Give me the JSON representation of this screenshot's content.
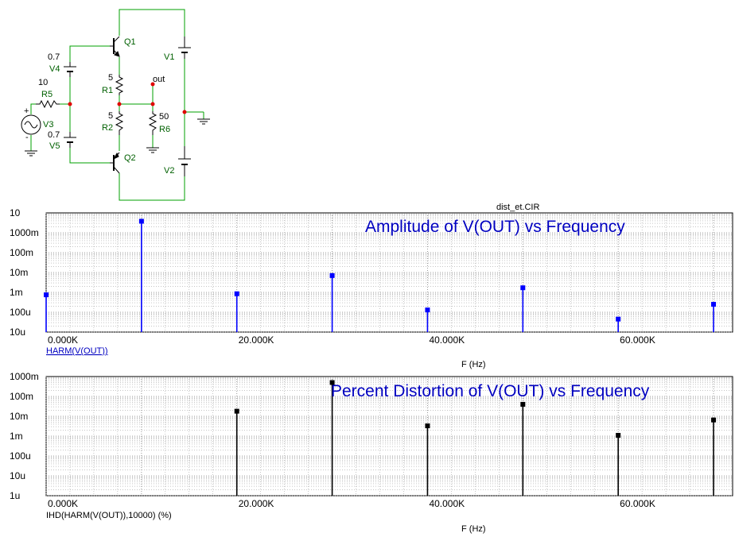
{
  "schematic": {
    "labels": {
      "q1": "Q1",
      "q2": "Q2",
      "v1": "V1",
      "v2": "V2",
      "v3": "V3",
      "v4": "V4",
      "v5": "V5",
      "v4_value": "0.7",
      "v5_value": "0.7",
      "r1": "R1",
      "r1_value": "5",
      "r2": "R2",
      "r2_value": "5",
      "r5": "R5",
      "r5_value": "10",
      "r6": "R6",
      "r6_value": "50",
      "out": "out",
      "v3_plus": "+",
      "v3_minus": "-"
    },
    "colors": {
      "wire": "#00a000",
      "component": "#000000",
      "label": "#006000",
      "node": "#e00000",
      "value": "#000000"
    }
  },
  "plots": {
    "file_title": "dist_et.CIR",
    "grid_color": "#8c8c8c",
    "axis_label_color": "#0000c0"
  },
  "chart_data": [
    {
      "type": "bar",
      "title": "Amplitude of V(OUT) vs Frequency",
      "xlabel": "F (Hz)",
      "trace_name": "HARM(V(OUT))",
      "y_scale": "log",
      "ylim": [
        1e-05,
        10
      ],
      "xlim": [
        0,
        72000
      ],
      "y_ticks": [
        "10",
        "1000m",
        "100m",
        "10m",
        "1m",
        "100u",
        "10u"
      ],
      "y_tick_values": [
        10,
        1,
        0.1,
        0.01,
        0.001,
        0.0001,
        1e-05
      ],
      "x_ticks": [
        "0.000K",
        "20.000K",
        "40.000K",
        "60.000K"
      ],
      "x_tick_values": [
        0,
        20000,
        40000,
        60000
      ],
      "x": [
        0,
        10000,
        20000,
        30000,
        40000,
        50000,
        60000,
        70000
      ],
      "values": [
        0.00075,
        3.8,
        0.00085,
        0.007,
        0.00013,
        0.0017,
        4.5e-05,
        0.00025
      ],
      "color": "#0000ff",
      "grid": true
    },
    {
      "type": "bar",
      "title": "Percent Distortion of V(OUT) vs Frequency",
      "xlabel": "F (Hz)",
      "trace_name": "IHD(HARM(V(OUT)),10000) (%)",
      "y_scale": "log",
      "ylim": [
        1e-06,
        1
      ],
      "xlim": [
        0,
        72000
      ],
      "y_ticks": [
        "1000m",
        "100m",
        "10m",
        "1m",
        "100u",
        "10u",
        "1u"
      ],
      "y_tick_values": [
        1,
        0.1,
        0.01,
        0.001,
        0.0001,
        1e-05,
        1e-06
      ],
      "x_ticks": [
        "0.000K",
        "20.000K",
        "40.000K",
        "60.000K"
      ],
      "x_tick_values": [
        0,
        20000,
        40000,
        60000
      ],
      "x": [
        20000,
        30000,
        40000,
        50000,
        60000,
        70000
      ],
      "values": [
        0.018,
        0.5,
        0.0033,
        0.04,
        0.0011,
        0.0065
      ],
      "color": "#000000",
      "grid": true
    }
  ]
}
